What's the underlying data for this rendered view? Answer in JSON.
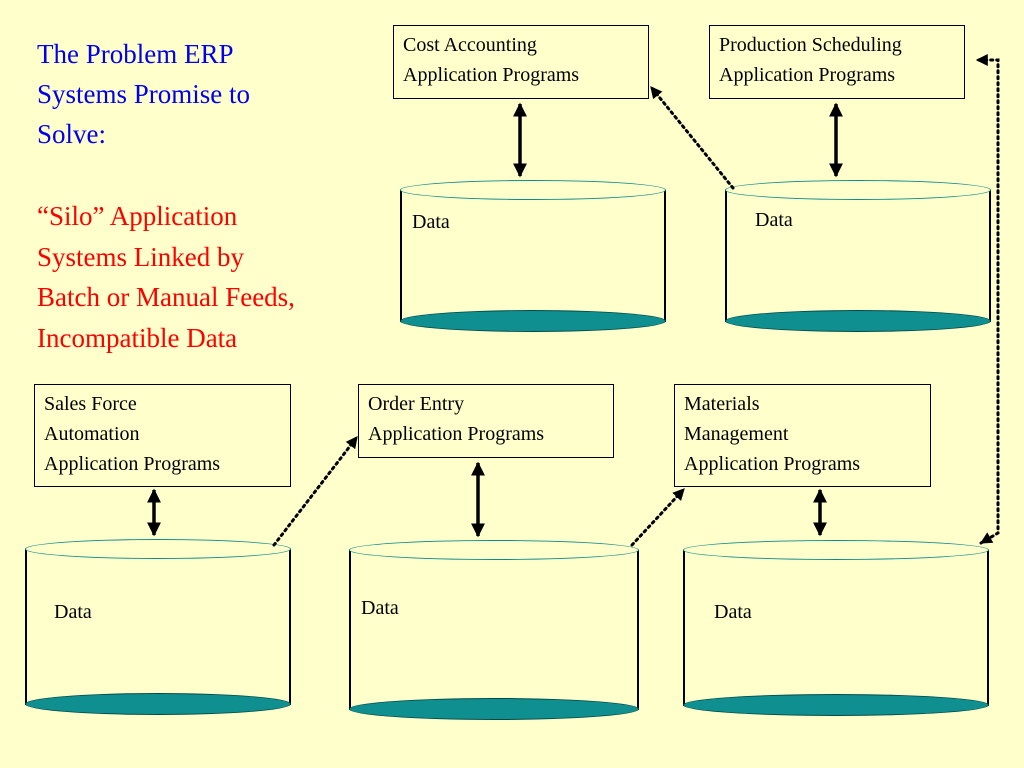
{
  "title": {
    "line1": "The Problem ERP",
    "line2": "Systems Promise to",
    "line3": "Solve:"
  },
  "subtitle": {
    "line1": "“Silo” Application",
    "line2": "Systems Linked by",
    "line3": "Batch or Manual Feeds,",
    "line4": "Incompatible Data"
  },
  "boxes": {
    "cost_accounting": {
      "line1": "Cost Accounting",
      "line2": "Application Programs"
    },
    "production_scheduling": {
      "line1": "Production Scheduling",
      "line2": "Application Programs"
    },
    "sales_force": {
      "line1": "Sales Force",
      "line2": "Automation",
      "line3": "Application Programs"
    },
    "order_entry": {
      "line1": "Order Entry",
      "line2": "Application Programs"
    },
    "materials_management": {
      "line1": "Materials",
      "line2": "Management",
      "line3": "Application Programs"
    }
  },
  "databases": {
    "cost_accounting_data": "Data",
    "production_scheduling_data": "Data",
    "sales_force_data": "Data",
    "order_entry_data": "Data",
    "materials_management_data": "Data"
  },
  "colors": {
    "background": "#FFFFCC",
    "title_text": "#0000EE",
    "subtitle_text": "#FF0000",
    "cylinder_base": "#0F8F8F"
  }
}
